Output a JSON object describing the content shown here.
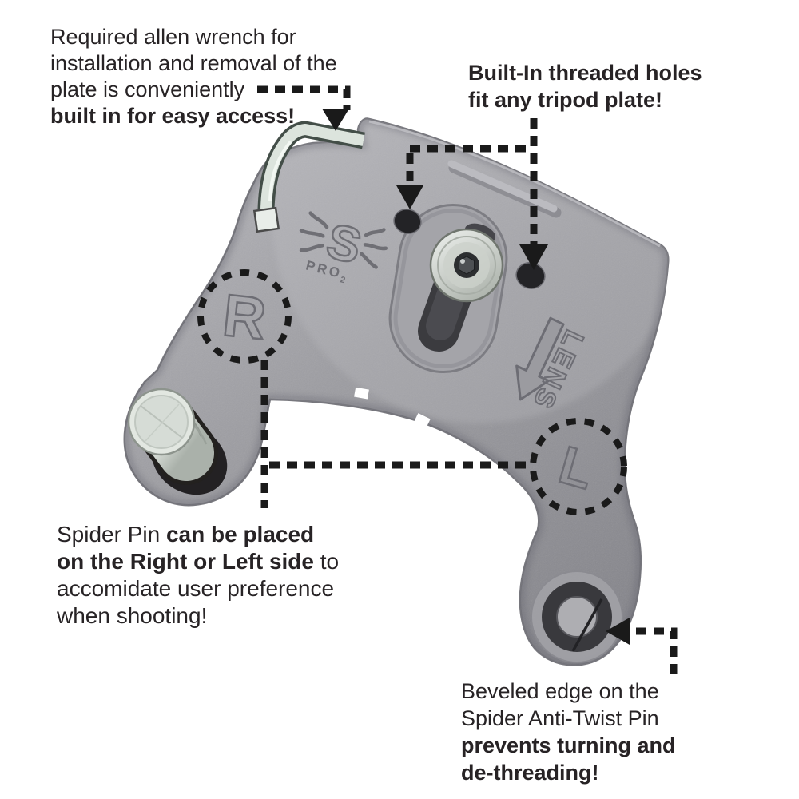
{
  "figure": {
    "background": "#ffffff"
  },
  "callouts": {
    "allen_wrench": {
      "line1": "Required allen wrench for",
      "line2": "installation and removal of the",
      "line3": "plate is conveniently",
      "line4_bold": "built in for easy access!"
    },
    "threaded_holes": {
      "line1": "Built-In threaded holes",
      "line2": "fit any tripod plate!"
    },
    "spider_pin": {
      "line1_normal": "Spider Pin ",
      "line1_bold": "can be placed",
      "line2_bold": "on the Right or Left side",
      "line2_normal": " to",
      "line3": "accomidate user preference",
      "line4": "when shooting!"
    },
    "anti_twist_pin": {
      "line1": "Beveled edge on the",
      "line2": "Spider Anti-Twist Pin",
      "line3_bold": "prevents turning and",
      "line4_bold": "de-threading!"
    }
  },
  "engravings": {
    "logo_letter": "S",
    "logo_text": "PRO",
    "logo_subscript": "2",
    "right_marker": "R",
    "left_marker": "L",
    "lens_label": "LENS"
  },
  "colors": {
    "text": "#272325",
    "annotation": "#1a1a1a",
    "plate": "#9a9a9f",
    "metal": "#dce4dd",
    "hole": "#232326"
  }
}
